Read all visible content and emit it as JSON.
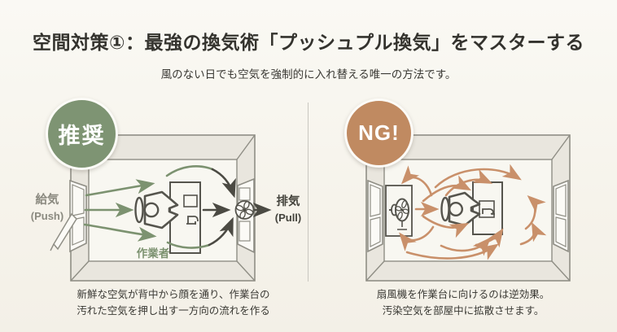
{
  "header": {
    "title": "空間対策①：最強の換気術「プッシュプル換気」をマスターする",
    "subtitle": "風のない日でも空気を強制的に入れ替える唯一の方法です。"
  },
  "left_panel": {
    "badge": "推奨",
    "intake": {
      "line1": "給気",
      "line2": "(Push)"
    },
    "exhaust": {
      "line1": "排気",
      "line2": "(Pull)"
    },
    "worker_label": "作業者",
    "caption": {
      "line1": "新鮮な空気が背中から顔を通り、作業台の",
      "line2": "汚れた空気を押し出す一方向の流れを作る"
    }
  },
  "right_panel": {
    "badge": "NG!",
    "caption": {
      "line1": "扇風機を作業台に向けるのは逆効果。",
      "line2": "汚染空気を部屋中に拡散させます。"
    }
  },
  "colors": {
    "badge-green": "#7e9473",
    "badge-orange": "#c08a61",
    "fresh-arrow": "#7c9270",
    "exhaust-arrow": "#4b4a43",
    "ng-arrow": "#c9906a",
    "outline": "#8f8e85",
    "figure": "#55544d",
    "wall": "#e9e6de",
    "room-bg": "#f8f7f1",
    "divider": "#c9c7c0",
    "title": "#34332e",
    "caption": "#3a3934",
    "intake-label": "#8b8a80",
    "exhaust-label": "#43423b"
  }
}
